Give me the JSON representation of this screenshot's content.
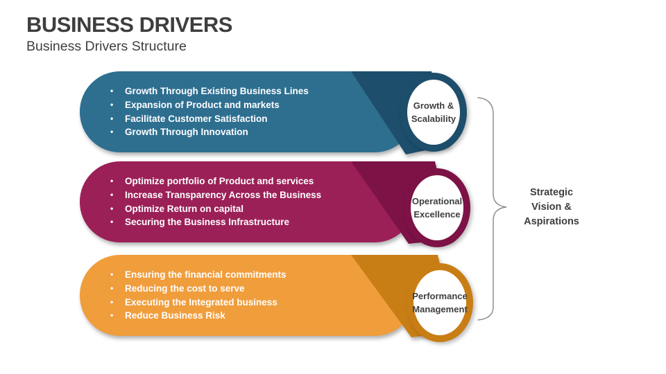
{
  "slide": {
    "title": "BUSINESS DRIVERS",
    "subtitle": "Business Drivers Structure"
  },
  "rows": [
    {
      "label": "Growth &\nScalability",
      "fill": "#2E6F90",
      "dark": "#1D4E6B",
      "bullets": [
        "Growth Through Existing Business Lines",
        "Expansion of Product and markets",
        "Facilitate Customer Satisfaction",
        "Growth Through Innovation"
      ]
    },
    {
      "label": "Operational\nExcellence",
      "fill": "#9B2057",
      "dark": "#7C1246",
      "bullets": [
        "Optimize portfolio of Product and services",
        "Increase Transparency Across the Business",
        "Optimize Return on capital",
        "Securing the Business Infrastructure"
      ]
    },
    {
      "label": "Performance\nManagement",
      "fill": "#F09D3C",
      "dark": "#C87E15",
      "bullets": [
        "Ensuring the financial commitments",
        "Reducing the cost to serve",
        "Executing the Integrated business",
        "Reduce Business Risk"
      ]
    }
  ],
  "aggregate": {
    "label": "Strategic\nVision &\nAspirations",
    "brace_color": "#8F8F8F"
  }
}
